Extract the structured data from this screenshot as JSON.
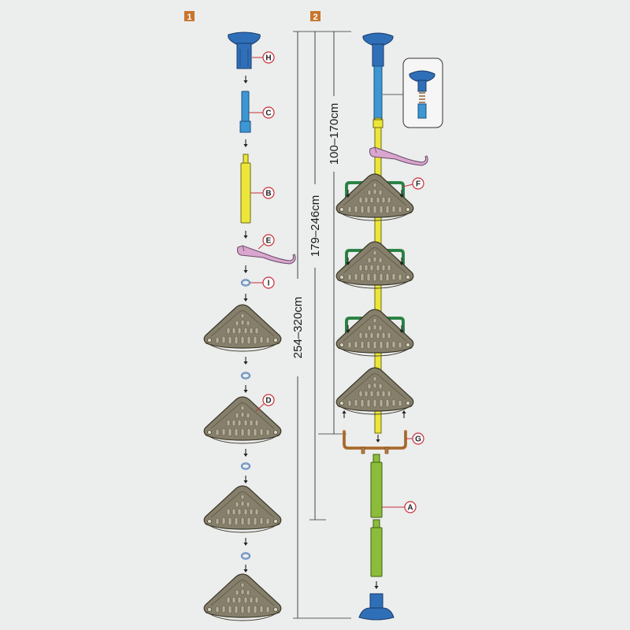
{
  "steps": {
    "step1": "1",
    "step2": "2"
  },
  "parts": {
    "H": "H",
    "C": "C",
    "B": "B",
    "E": "E",
    "I": "I",
    "D": "D",
    "F": "F",
    "G": "G",
    "A": "A"
  },
  "dimensions": {
    "total": "254–320cm",
    "mid": "179–246cm",
    "upper": "100–170cm"
  },
  "colors": {
    "background": "#eceded",
    "step_badge": "#c8762e",
    "suction_cup": "#2f6fb8",
    "upper_pole": "#3c97d3",
    "middle_pole": "#ece63a",
    "lower_pole": "#8cbd3a",
    "hook": "#d8a6cf",
    "shelf": "#857f6b",
    "shelf_rail": "#2f8a4a",
    "bracket_g": "#b87a3c",
    "ring": "#6fa3d6",
    "callout": "#c62f3a"
  },
  "icons": [
    "suction-cup-icon",
    "arrow-down-icon",
    "shelf-icon",
    "hook-icon",
    "ring-icon"
  ]
}
